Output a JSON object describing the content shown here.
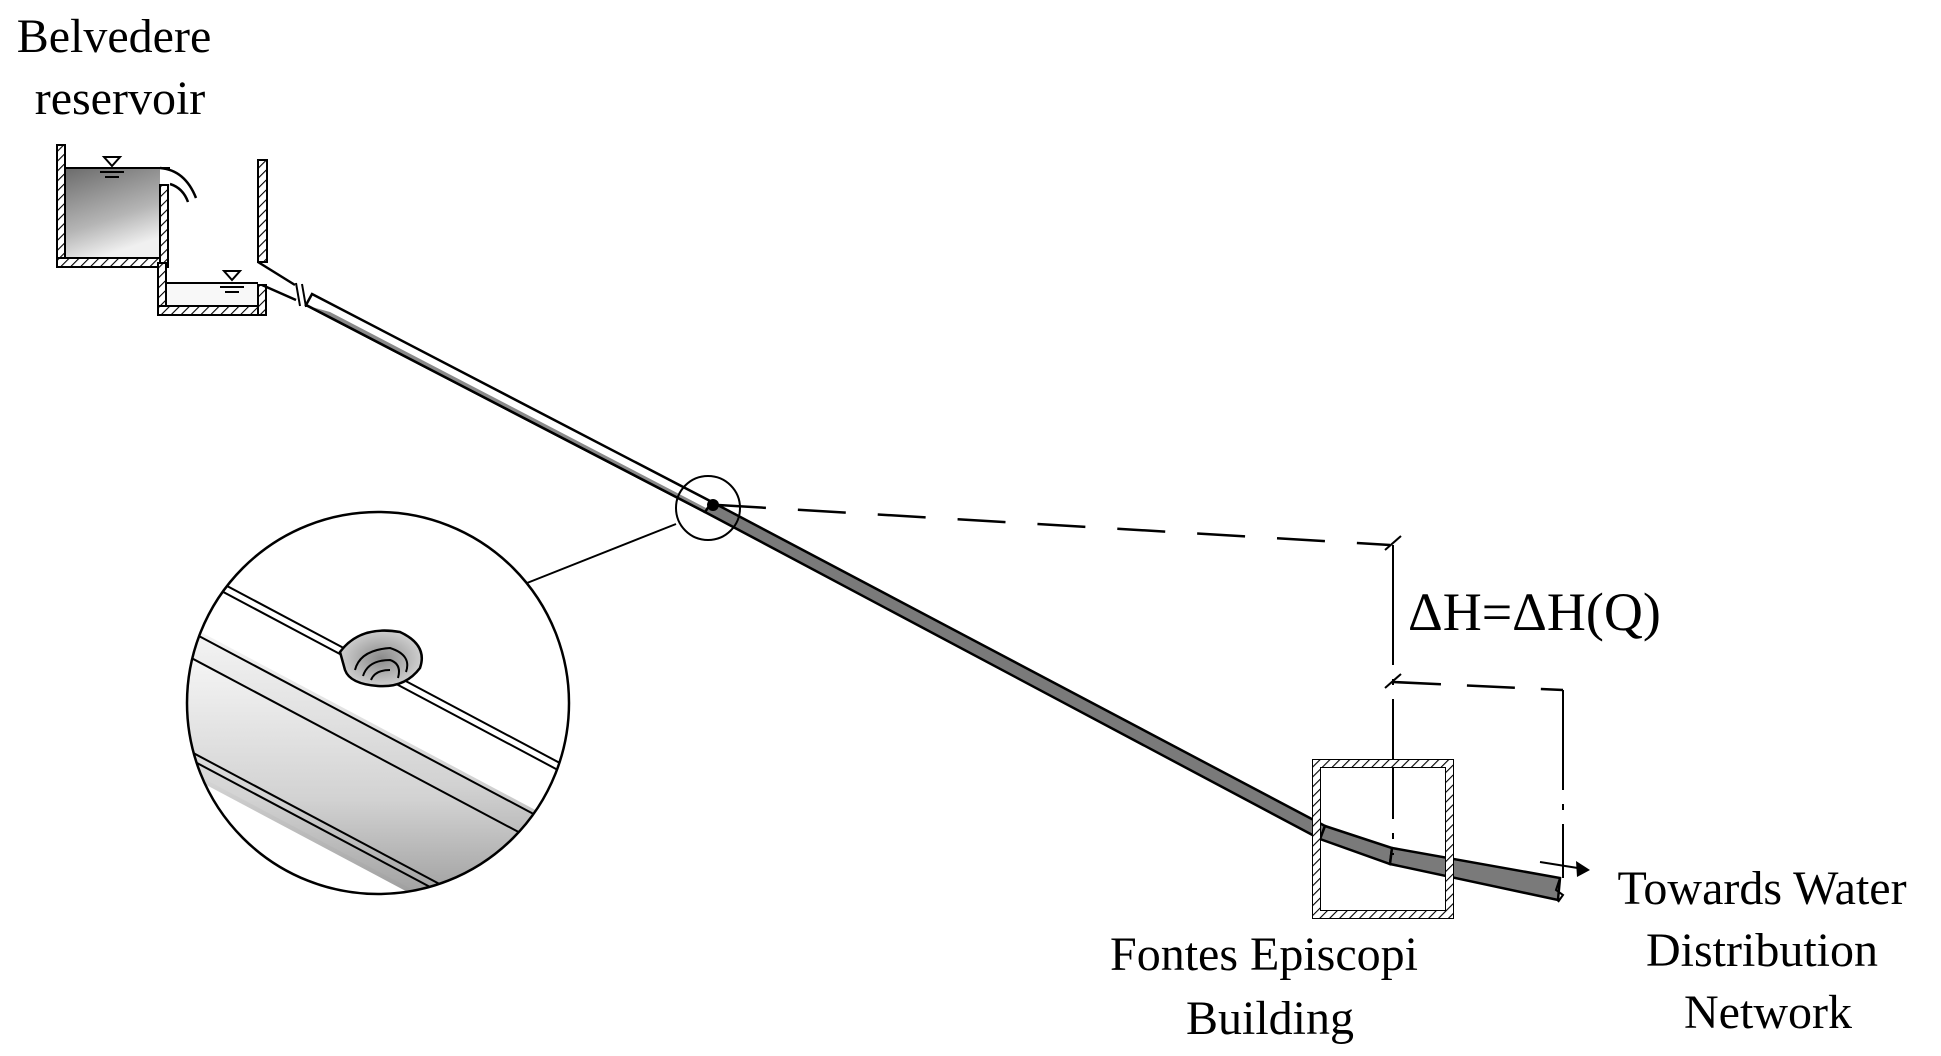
{
  "labels": {
    "reservoir": [
      "Belvedere",
      "reservoir"
    ],
    "head_loss": "ΔH=ΔH(Q)",
    "building": [
      "Fontes Episcopi",
      "Building"
    ],
    "network": [
      "Towards Water",
      "Distribution",
      "Network"
    ]
  },
  "colors": {
    "line": "#000000",
    "pipe_fill": "#7a7a7a",
    "water_dark": "#6e6e6e",
    "water_light": "#f2f2f2",
    "background": "#ffffff"
  }
}
